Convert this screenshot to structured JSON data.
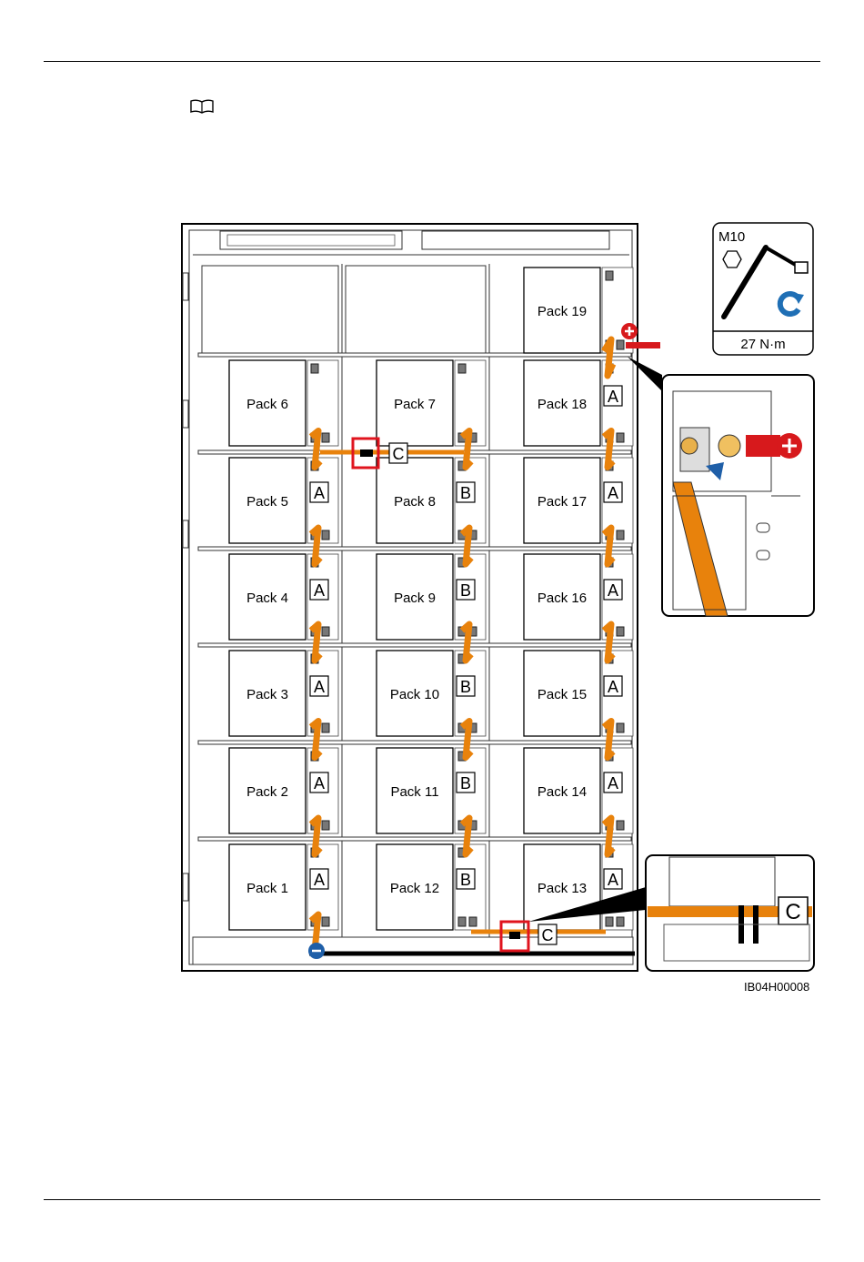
{
  "packs": [
    {
      "label": "Pack 1"
    },
    {
      "label": "Pack 2"
    },
    {
      "label": "Pack 3"
    },
    {
      "label": "Pack 4"
    },
    {
      "label": "Pack 5"
    },
    {
      "label": "Pack 6"
    },
    {
      "label": "Pack 7"
    },
    {
      "label": "Pack 8"
    },
    {
      "label": "Pack 9"
    },
    {
      "label": "Pack 10"
    },
    {
      "label": "Pack 11"
    },
    {
      "label": "Pack 12"
    },
    {
      "label": "Pack 13"
    },
    {
      "label": "Pack 14"
    },
    {
      "label": "Pack 15"
    },
    {
      "label": "Pack 16"
    },
    {
      "label": "Pack 17"
    },
    {
      "label": "Pack 18"
    },
    {
      "label": "Pack 19"
    }
  ],
  "cable_labels": {
    "a": "A",
    "b": "B",
    "c": "C"
  },
  "torque": {
    "bolt": "M10",
    "value": "27 N·m"
  },
  "figure_id": "IB04H00008",
  "icons": [
    "note-book-icon",
    "hex-bolt-icon",
    "torque-wrench-icon",
    "rotate-clockwise-icon",
    "positive-terminal-icon",
    "negative-terminal-icon"
  ],
  "colors": {
    "cable": "#e8820c",
    "positive": "#d7191c",
    "negative": "#1f5fa8",
    "highlight": "#e0141e",
    "rotate": "#1f6fb5"
  }
}
